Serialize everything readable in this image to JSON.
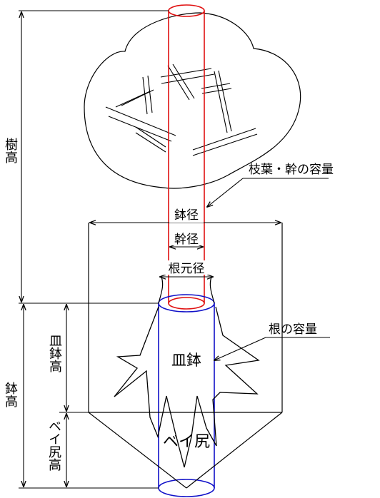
{
  "labels": {
    "tree_height": "樹高",
    "branch_trunk_volume": "枝葉・幹の容量",
    "pot_diameter": "鉢径",
    "trunk_diameter": "幹径",
    "root_base_diameter": "根元径",
    "root_volume": "根の容量",
    "plate_pot": "皿鉢",
    "plate_pot_height": "皿鉢高",
    "pot_height": "鉢高",
    "bay_bottom": "ベイ尻",
    "bay_bottom_height": "ベイ尻高"
  },
  "colors": {
    "line": "#000000",
    "trunk_cylinder": "#e01010",
    "root_cylinder": "#1010c8"
  }
}
